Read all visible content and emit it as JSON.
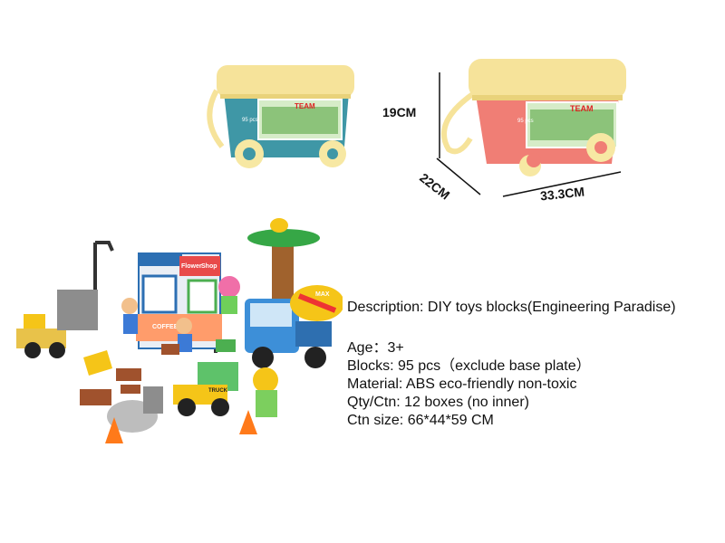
{
  "dimensions": {
    "height": "19CM",
    "depth": "22CM",
    "width": "33.3CM"
  },
  "box_print": {
    "brand": "TEAM",
    "count": "95 pcs"
  },
  "scene_labels": {
    "shop_flower": "Flower",
    "shop_shop": "Shop",
    "coffee": "COFFEE",
    "truck": "TRUCK",
    "mixer": "MAX"
  },
  "specs": {
    "description": "Description: DIY toys blocks(Engineering Paradise)",
    "age": "Age：3+",
    "blocks": "Blocks: 95 pcs（exclude base plate）",
    "material": "Material: ABS eco-friendly non-toxic",
    "qty": "Qty/Ctn: 12 boxes (no inner)",
    "ctn_size": "Ctn size: 66*44*59 CM"
  },
  "colors": {
    "lid": "#f6e39a",
    "box_blue": "#3f97a6",
    "box_pink": "#f07e75",
    "wheel": "#f7e8a3"
  }
}
